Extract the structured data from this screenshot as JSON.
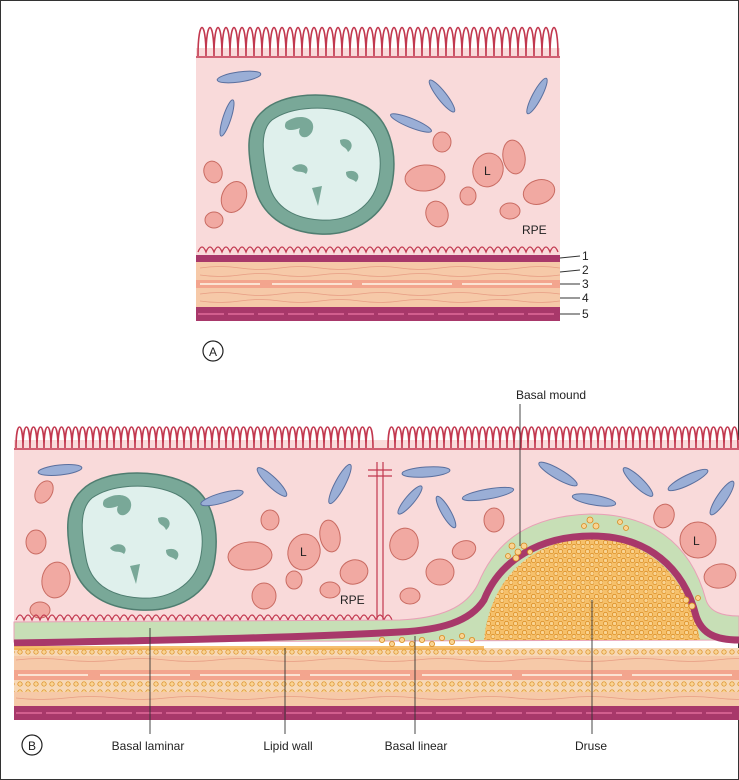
{
  "panel_a": {
    "letter": "A",
    "rpe_label": "RPE",
    "lysosome_label": "L",
    "layer_numbers": [
      "1",
      "2",
      "3",
      "4",
      "5"
    ]
  },
  "panel_b": {
    "letter": "B",
    "rpe_label": "RPE",
    "lysosome_label_left": "L",
    "lysosome_label_right": "L",
    "callout_top": "Basal mound",
    "callouts_bottom": [
      "Basal laminar",
      "Lipid wall",
      "Basal linear",
      "Druse"
    ]
  },
  "colors": {
    "rpe_cytoplasm": "#f9dada",
    "microvilli": "#c2384f",
    "nucleus_outer": "#79a898",
    "nucleus_inner": "#dff0ec",
    "granules": "#f1a9a2",
    "melanosomes": "#9aaed6",
    "bruch_membrane": "#a8386a",
    "collagen": "#f6c9a8",
    "elastic": "#f3a58e",
    "basal_laminar_deposit": "#c7dfb6",
    "lipid": "#f0a433"
  }
}
